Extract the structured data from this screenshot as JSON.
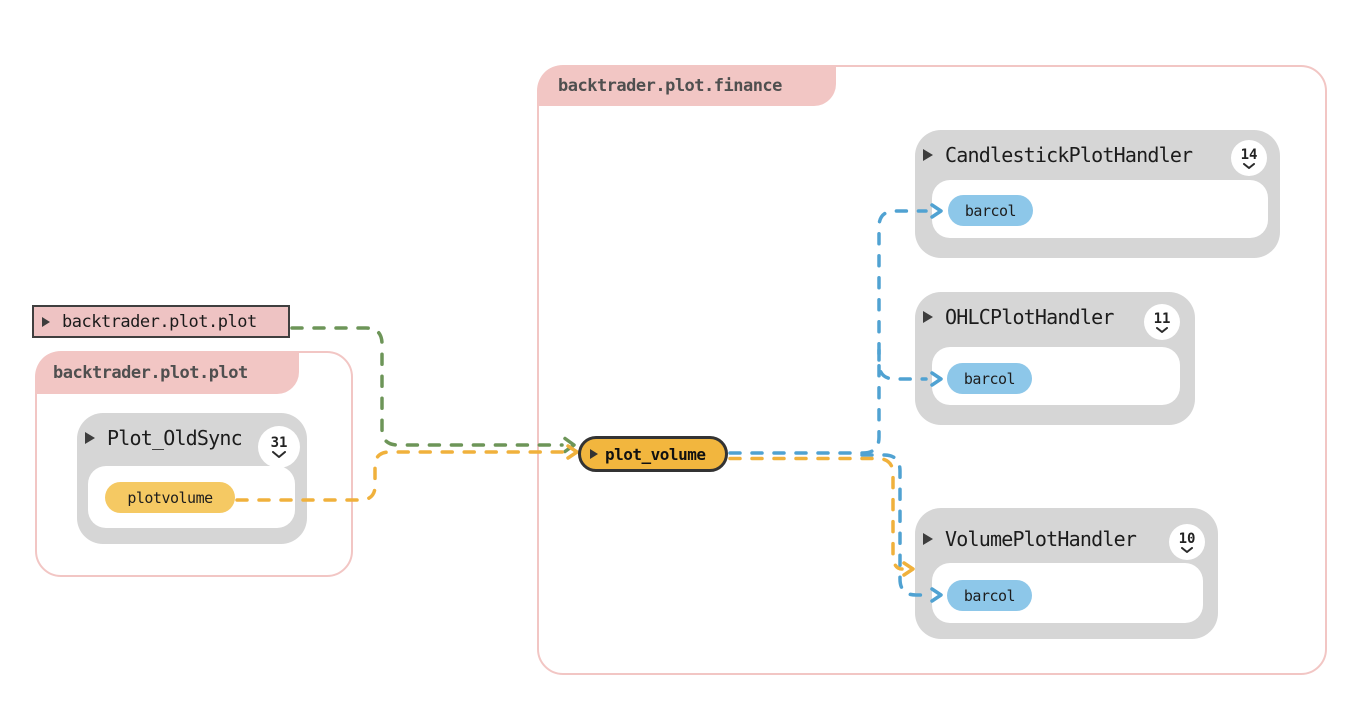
{
  "diagram": {
    "kind": "call-graph",
    "background": "#ffffff"
  },
  "colors": {
    "module_border_pink": "#f2c6c4",
    "node_gray": "#d6d6d6",
    "pill_yellow": "#f5c963",
    "pill_blue": "#8dc7e9",
    "highlight_amber": "#f2b63e",
    "edge_green": "#6d9558",
    "edge_yellow": "#f0b13c",
    "edge_blue": "#50a2d2",
    "dark_stroke": "#3f3f3f"
  },
  "free_label": {
    "text": "backtrader.plot.plot"
  },
  "module_left": {
    "title": "backtrader.plot.plot",
    "node": {
      "title": "Plot_OldSync",
      "badge": "31",
      "fields": [
        {
          "label": "plotvolume"
        }
      ]
    }
  },
  "center_node": {
    "label": "plot_volume"
  },
  "module_right": {
    "title": "backtrader.plot.finance",
    "nodes": [
      {
        "title": "CandlestickPlotHandler",
        "badge": "14",
        "fields": [
          {
            "label": "barcol"
          }
        ]
      },
      {
        "title": "OHLCPlotHandler",
        "badge": "11",
        "fields": [
          {
            "label": "barcol"
          }
        ]
      },
      {
        "title": "VolumePlotHandler",
        "badge": "10",
        "fields": [
          {
            "label": "barcol"
          }
        ]
      }
    ]
  },
  "edges": [
    {
      "from": "backtrader.plot.plot",
      "to": "plot_volume",
      "color": "green",
      "style": "dashed"
    },
    {
      "from": "plotvolume",
      "to": "plot_volume",
      "color": "yellow",
      "style": "dashed"
    },
    {
      "from": "plot_volume",
      "to": "CandlestickPlotHandler.barcol",
      "color": "blue",
      "style": "dashed"
    },
    {
      "from": "plot_volume",
      "to": "OHLCPlotHandler.barcol",
      "color": "blue",
      "style": "dashed"
    },
    {
      "from": "plot_volume",
      "to": "VolumePlotHandler.barcol",
      "color": "blue",
      "style": "dashed"
    },
    {
      "from": "plot_volume",
      "to": "VolumePlotHandler",
      "color": "yellow",
      "style": "dashed"
    }
  ]
}
